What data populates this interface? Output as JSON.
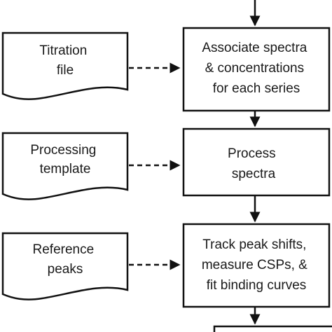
{
  "input_documents": [
    {
      "id": "titration-file",
      "lines": [
        "Titration",
        "file"
      ]
    },
    {
      "id": "processing-template",
      "lines": [
        "Processing",
        "template"
      ]
    },
    {
      "id": "reference-peaks",
      "lines": [
        "Reference",
        "peaks"
      ]
    }
  ],
  "process_steps": [
    {
      "id": "associate-spectra",
      "lines": [
        "Associate spectra",
        "& concentrations",
        "for each series"
      ]
    },
    {
      "id": "process-spectra",
      "lines": [
        "Process",
        "spectra"
      ]
    },
    {
      "id": "track-peak-shifts",
      "lines": [
        "Track peak shifts,",
        "measure CSPs, &",
        "fit binding curves"
      ]
    }
  ],
  "connectors": {
    "dashed": "document-to-step",
    "solid": "step-to-step"
  },
  "colors": {
    "stroke": "#111111",
    "background": "#ffffff",
    "text": "#1a1a1a"
  }
}
